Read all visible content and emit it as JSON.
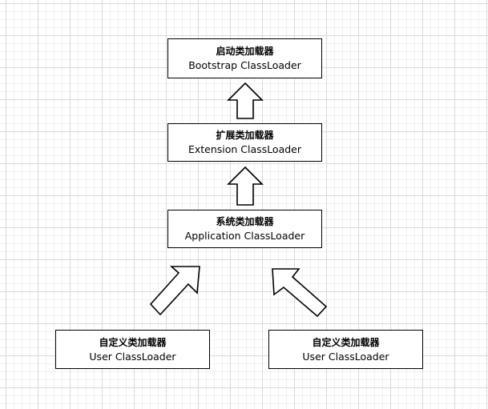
{
  "nodes": {
    "bootstrap": {
      "zh": "启动类加载器",
      "en": "Bootstrap ClassLoader"
    },
    "extension": {
      "zh": "扩展类加载器",
      "en": "Extension ClassLoader"
    },
    "application": {
      "zh": "系统类加载器",
      "en": "Application ClassLoader"
    },
    "user_left": {
      "zh": "自定义类加载器",
      "en": "User ClassLoader"
    },
    "user_right": {
      "zh": "自定义类加载器",
      "en": "User ClassLoader"
    }
  },
  "colors": {
    "stroke": "#000000",
    "fill": "#ffffff",
    "grid": "#d9d9d9"
  },
  "icons": [
    "hollow-arrow-up",
    "hollow-arrow-diagonal"
  ]
}
